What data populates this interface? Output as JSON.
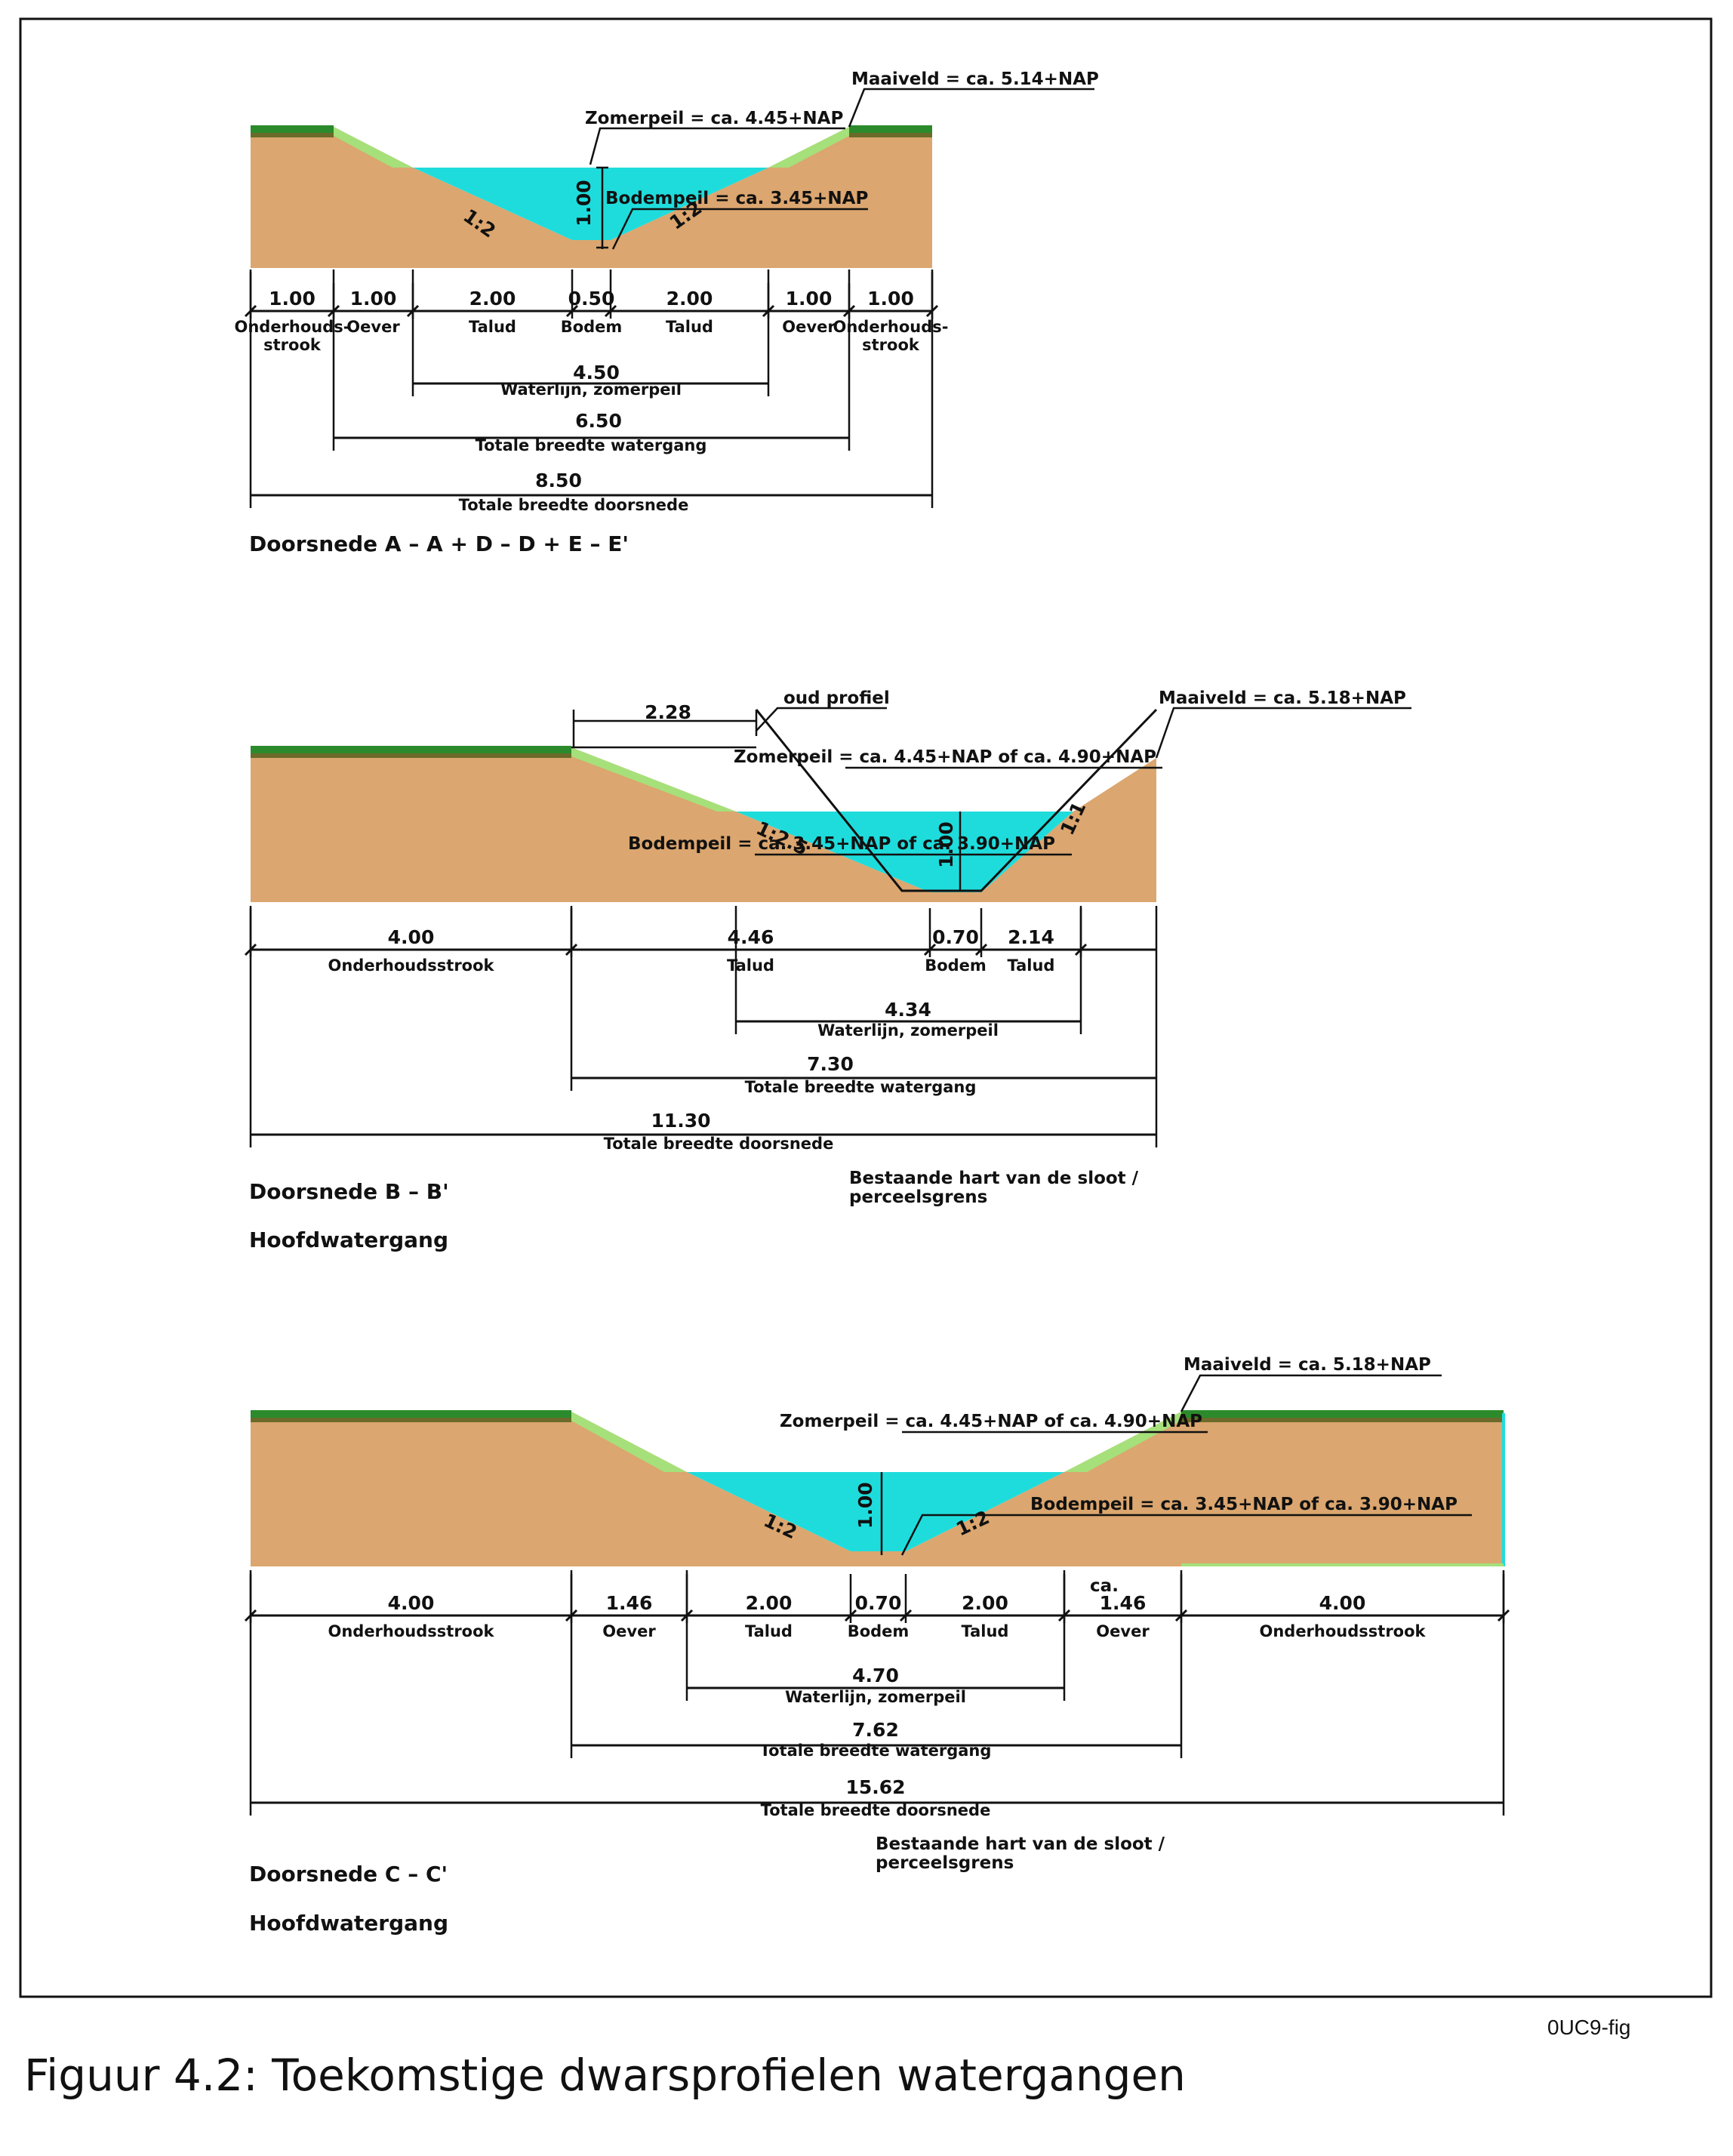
{
  "figure": {
    "caption": "Figuur 4.2: Toekomstige dwarsprofielen watergangen",
    "code": "0UC9-fig"
  },
  "colors": {
    "soil": "#dba66f",
    "water": "#1fdcdc",
    "grass_slope": "#a6e07a",
    "turf_top": "#2b8a2b",
    "turf_brown": "#6b6a2a",
    "frame": "#111111"
  },
  "sections": [
    {
      "id": "A",
      "title": "Doorsnede A – A + D – D + E – E'",
      "subtitle": "",
      "labels": {
        "maaiveld": "Maaiveld = ca. 5.14+NAP",
        "zomerpeil": "Zomerpeil = ca. 4.45+NAP",
        "bodempeil": "Bodempeil = ca. 3.45+NAP",
        "depth": "1.00",
        "slope_left": "1:2",
        "slope_right": "1:2"
      },
      "segments": [
        {
          "value": "1.00",
          "name": "Onderhouds-",
          "name2": "strook"
        },
        {
          "value": "1.00",
          "name": "Oever",
          "name2": ""
        },
        {
          "value": "2.00",
          "name": "Talud",
          "name2": ""
        },
        {
          "value": "0.50",
          "name": "Bodem",
          "name2": ""
        },
        {
          "value": "2.00",
          "name": "Talud",
          "name2": ""
        },
        {
          "value": "1.00",
          "name": "Oever",
          "name2": ""
        },
        {
          "value": "1.00",
          "name": "Onderhouds-",
          "name2": "strook"
        }
      ],
      "totals": [
        {
          "value": "4.50",
          "name": "Waterlijn, zomerpeil"
        },
        {
          "value": "6.50",
          "name": "Totale breedte watergang"
        },
        {
          "value": "8.50",
          "name": "Totale breedte doorsnede"
        }
      ],
      "note": ""
    },
    {
      "id": "B",
      "title": "Doorsnede B – B'",
      "subtitle": "Hoofdwatergang",
      "labels": {
        "maaiveld": "Maaiveld = ca. 5.18+NAP",
        "zomerpeil": "Zomerpeil = ca. 4.45+NAP of ca. 4.90+NAP",
        "bodempeil": "Bodempeil = ca. 3.45+NAP of ca. 3.90+NAP",
        "oud_profiel": "oud profiel",
        "oud_offset": "2.28",
        "depth": "1.00",
        "slope_left": "1:2.5",
        "slope_right": "1:1"
      },
      "segments": [
        {
          "value": "4.00",
          "name": "Onderhoudsstrook",
          "name2": ""
        },
        {
          "value": "4.46",
          "name": "Talud",
          "name2": ""
        },
        {
          "value": "0.70",
          "name": "Bodem",
          "name2": ""
        },
        {
          "value": "2.14",
          "name": "Talud",
          "name2": ""
        }
      ],
      "totals": [
        {
          "value": "4.34",
          "name": "Waterlijn, zomerpeil"
        },
        {
          "value": "7.30",
          "name": "Totale breedte watergang"
        },
        {
          "value": "11.30",
          "name": "Totale breedte doorsnede"
        }
      ],
      "note": "Bestaande hart van de sloot /",
      "note2": "perceelsgrens"
    },
    {
      "id": "C",
      "title": "Doorsnede C – C'",
      "subtitle": "Hoofdwatergang",
      "labels": {
        "maaiveld": "Maaiveld = ca. 5.18+NAP",
        "zomerpeil": "Zomerpeil = ca. 4.45+NAP of ca. 4.90+NAP",
        "bodempeil": "Bodempeil = ca. 3.45+NAP of ca. 3.90+NAP",
        "depth": "1.00",
        "slope_left": "1:2",
        "slope_right": "1:2",
        "ca": "ca."
      },
      "segments": [
        {
          "value": "4.00",
          "name": "Onderhoudsstrook",
          "name2": ""
        },
        {
          "value": "1.46",
          "name": "Oever",
          "name2": ""
        },
        {
          "value": "2.00",
          "name": "Talud",
          "name2": ""
        },
        {
          "value": "0.70",
          "name": "Bodem",
          "name2": ""
        },
        {
          "value": "2.00",
          "name": "Talud",
          "name2": ""
        },
        {
          "value": "1.46",
          "name": "Oever",
          "name2": ""
        },
        {
          "value": "4.00",
          "name": "Onderhoudsstrook",
          "name2": ""
        }
      ],
      "totals": [
        {
          "value": "4.70",
          "name": "Waterlijn, zomerpeil"
        },
        {
          "value": "7.62",
          "name": "Totale breedte watergang"
        },
        {
          "value": "15.62",
          "name": "Totale breedte doorsnede"
        }
      ],
      "note": "Bestaande hart van de sloot /",
      "note2": "perceelsgrens"
    }
  ]
}
